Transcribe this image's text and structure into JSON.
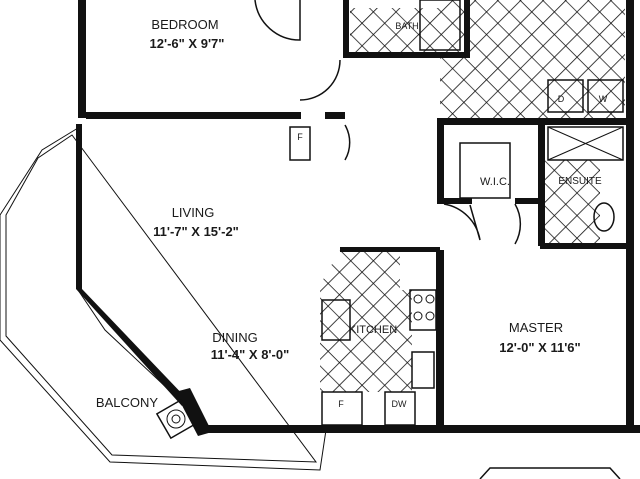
{
  "plan": {
    "rooms": {
      "bedroom": {
        "label": "BEDROOM",
        "size": "12'-6\" X 9'7\""
      },
      "bath": {
        "label": "BATH"
      },
      "wic": {
        "label": "W.I.C."
      },
      "ensuite": {
        "label": "ENSUITE"
      },
      "living": {
        "label": "LIVING",
        "size": "11'-7\" X 15'-2\""
      },
      "dining": {
        "label": "DINING",
        "size": "11'-4\" X 8'-0\""
      },
      "kitchen": {
        "label": "KITCHEN"
      },
      "master": {
        "label": "MASTER",
        "size": "12'-0\" X 11'6\""
      },
      "balcony": {
        "label": "BALCONY"
      }
    },
    "fixtures": {
      "dryer": "D",
      "washer": "W",
      "hall_fridge": "F",
      "kitchen_fridge": "F",
      "dishwasher": "DW"
    },
    "colors": {
      "wall": "#111111",
      "background": "#ffffff"
    }
  }
}
